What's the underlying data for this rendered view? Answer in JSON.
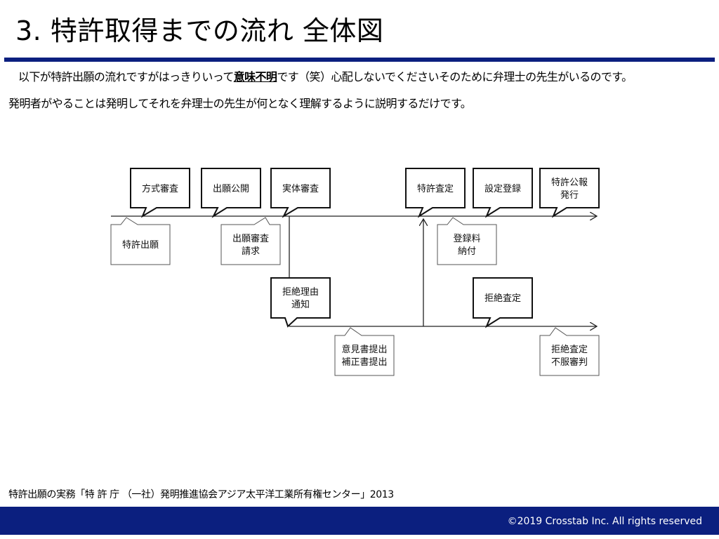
{
  "title": "3. 特許取得までの流れ 全体図",
  "intro": {
    "line1_a": "以下が特許出願の流れですがはっきりいって",
    "line1_emphasis": "意味不明",
    "line1_b": "です（笑）心配しないでくださいそのために弁理士の先生がいるのです。",
    "line2": "発明者がやることは発明してそれを弁理士の先生が何となく理解するように説明するだけです。"
  },
  "flow": {
    "boxes": {
      "houshiki": [
        "方式審査"
      ],
      "shutsugan_kokai": [
        "出願公開"
      ],
      "jittai": [
        "実体審査"
      ],
      "tokkyo_satei": [
        "特許査定"
      ],
      "settei_toroku": [
        "設定登録"
      ],
      "koho": [
        "特許公報",
        "発行"
      ],
      "tokkyo_shutsugan": [
        "特許出願"
      ],
      "shinsa_seikyu": [
        "出願審査",
        "請求"
      ],
      "torokuryo": [
        "登録料",
        "納付"
      ],
      "kyozetsu_riyu": [
        "拒絶理由",
        "通知"
      ],
      "kyozetsu_satei": [
        "拒絶査定"
      ],
      "ikensho": [
        "意見書提出",
        "補正書提出"
      ],
      "fufuku": [
        "拒絶査定",
        "不服審判"
      ]
    }
  },
  "source": "特許出願の実務「特 許 庁 （一社）発明推進協会アジア太平洋工業所有権センター」2013",
  "footer": "©2019  Crosstab Inc. All rights reserved",
  "colors": {
    "accent": "#0b1f7f"
  }
}
